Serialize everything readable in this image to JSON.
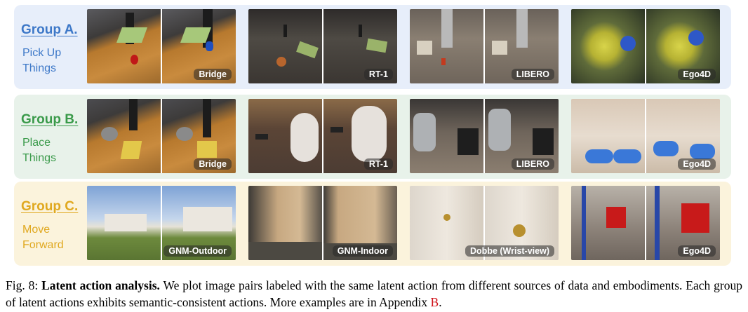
{
  "groups": [
    {
      "title": "Group A.",
      "subtitle_lines": [
        "Pick Up",
        "Things"
      ],
      "pairs": [
        {
          "label": "Bridge",
          "scene": "bridge-pick"
        },
        {
          "label": "RT-1",
          "scene": "rt1-pick"
        },
        {
          "label": "LIBERO",
          "scene": "libero-pick"
        },
        {
          "label": "Ego4D",
          "scene": "ego4d-pick"
        }
      ]
    },
    {
      "title": "Group B.",
      "subtitle_lines": [
        "Place",
        "Things"
      ],
      "pairs": [
        {
          "label": "Bridge",
          "scene": "bridge-place"
        },
        {
          "label": "RT-1",
          "scene": "rt1-place"
        },
        {
          "label": "LIBERO",
          "scene": "libero-place"
        },
        {
          "label": "Ego4D",
          "scene": "ego4d-place"
        }
      ]
    },
    {
      "title": "Group C.",
      "subtitle_lines": [
        "Move",
        "Forward"
      ],
      "pairs": [
        {
          "label": "GNM-Outdoor",
          "scene": "gnm-outdoor"
        },
        {
          "label": "GNM-Indoor",
          "scene": "gnm-indoor"
        },
        {
          "label": "Dobbe (Wrist-view)",
          "scene": "dobbe"
        },
        {
          "label": "Ego4D",
          "scene": "ego4d-move"
        }
      ]
    }
  ],
  "caption": {
    "prefix": "Fig. 8: ",
    "bold": "Latent action analysis.",
    "text": " We plot image pairs labeled with the same latent action from different sources of data and embodiments. Each group of latent actions exhibits semantic-consistent actions. More examples are in Appendix ",
    "ref": "B",
    "end": "."
  }
}
